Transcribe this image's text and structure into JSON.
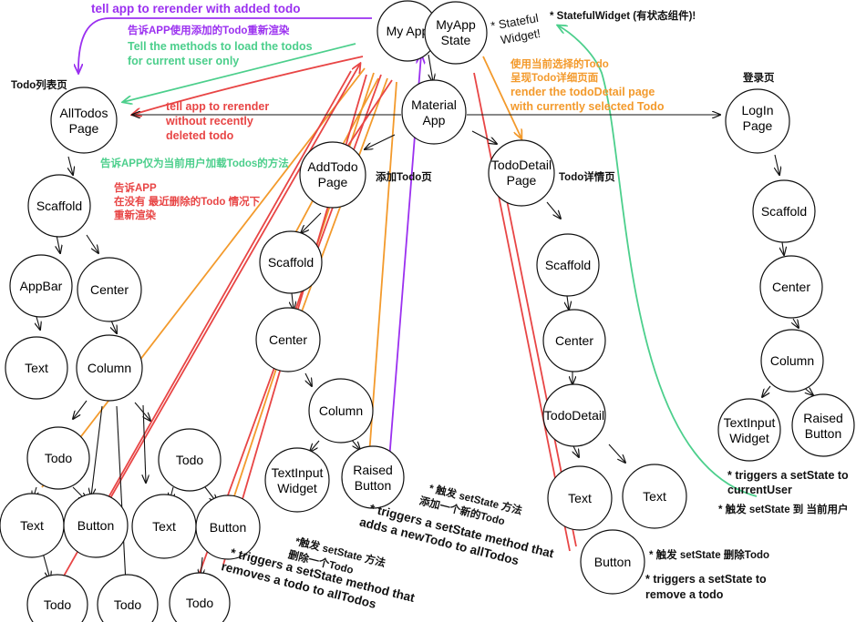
{
  "colors": {
    "purple": "#9b30f0",
    "green": "#4ccf8c",
    "red": "#e84545",
    "orange": "#f39a2c",
    "black": "#111111"
  },
  "nodes": {
    "my_app": [
      "My App"
    ],
    "myapp_state": [
      "MyApp",
      "State"
    ],
    "material_app": [
      "Material",
      "App"
    ],
    "alltodos_page": [
      "AllTodos",
      "Page"
    ],
    "addtodo_page": [
      "AddTodo",
      "Page"
    ],
    "tododetail_page": [
      "TodoDetail",
      "Page"
    ],
    "login_page": [
      "LogIn",
      "Page"
    ],
    "scaffold_1": [
      "Scaffold"
    ],
    "appbar_1": [
      "AppBar"
    ],
    "center_1": [
      "Center"
    ],
    "text_appbar": [
      "Text"
    ],
    "column_1": [
      "Column"
    ],
    "todo_1a": [
      "Todo"
    ],
    "todo_1b": [
      "Todo"
    ],
    "text_1a": [
      "Text"
    ],
    "button_1a": [
      "Button"
    ],
    "text_1b": [
      "Text"
    ],
    "button_1b": [
      "Button"
    ],
    "todo_bot_1": [
      "Todo"
    ],
    "todo_bot_2": [
      "Todo"
    ],
    "todo_bot_3": [
      "Todo"
    ],
    "scaffold_2": [
      "Scaffold"
    ],
    "center_2": [
      "Center"
    ],
    "column_2": [
      "Column"
    ],
    "textinput_2": [
      "TextInput",
      "Widget"
    ],
    "raised_2": [
      "Raised",
      "Button"
    ],
    "scaffold_3": [
      "Scaffold"
    ],
    "center_3": [
      "Center"
    ],
    "tododetail_3": [
      "TodoDetail"
    ],
    "text_3a": [
      "Text"
    ],
    "text_3b": [
      "Text"
    ],
    "button_3": [
      "Button"
    ],
    "scaffold_4": [
      "Scaffold"
    ],
    "center_4": [
      "Center"
    ],
    "column_4": [
      "Column"
    ],
    "textinput_4": [
      "TextInput",
      "Widget"
    ],
    "raised_4": [
      "Raised",
      "Button"
    ]
  },
  "annotations": {
    "tell_rerender_added": "tell app to rerender with added todo",
    "cn_rerender_added": "告诉APP使用添加的Todo重新渲染",
    "tell_methods_load": [
      "Tell the methods to load the todos",
      "for current user only"
    ],
    "tell_rerender_deleted": [
      "tell app to rerender",
      "without recently",
      "deleted todo"
    ],
    "cn_load_current_user": "告诉APP仅为当前用户加载Todos的方法",
    "cn_rerender_deleted": [
      "告诉APP",
      "在没有 最近删除的Todo 情况下",
      "重新渲染"
    ],
    "stateful_widget_tag": [
      "* Stateful",
      "Widget!"
    ],
    "stateful_widget_cn": "* StatefulWidget (有状态组件)!",
    "cn_render_detail": [
      "使用当前选择的Todo",
      "呈现Todo详细页面"
    ],
    "render_detail": [
      "render the todoDetail page",
      "with currently selected Todo"
    ],
    "todo_list_page_cn": "Todo列表页",
    "login_page_cn": "登录页",
    "add_todo_page_cn": "添加Todo页",
    "todo_detail_page_cn": "Todo详情页",
    "cn_setstate_add": [
      "* 触发 setState 方法",
      "添加一个新的Todo"
    ],
    "setstate_add": [
      "* triggers a setState method that",
      "adds a newTodo to allTodos"
    ],
    "cn_setstate_remove": [
      "*触发 setState 方法",
      "删除一个Todo"
    ],
    "setstate_remove": [
      "* triggers a setState method that",
      "removes a todo to allTodos"
    ],
    "setstate_current_user": [
      "* triggers a setState to",
      "currentUser"
    ],
    "cn_setstate_current_user": "* 触发 setState 到 当前用户",
    "cn_setstate_delete": "* 触发 setState 删除Todo",
    "setstate_remove_todo": [
      "* triggers a setState to",
      "remove a todo"
    ]
  }
}
